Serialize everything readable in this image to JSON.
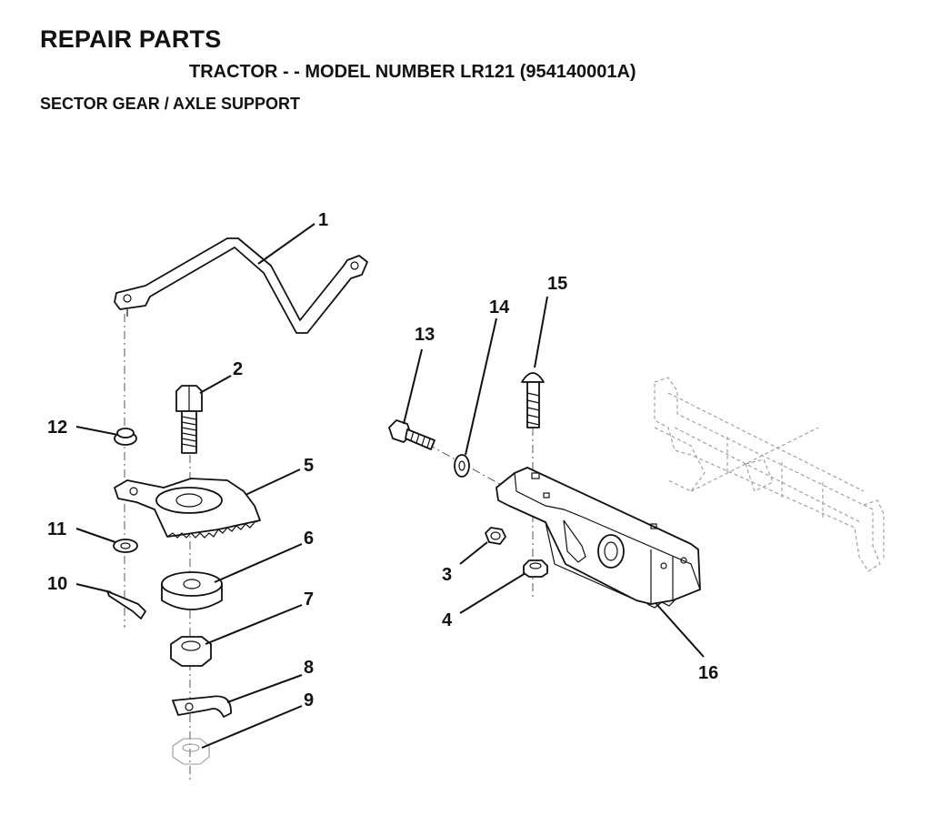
{
  "header": {
    "title": "REPAIR PARTS",
    "model_line": "TRACTOR - - MODEL NUMBER LR121 (954140001A)",
    "section": "SECTOR GEAR / AXLE SUPPORT"
  },
  "callouts": [
    "1",
    "2",
    "3",
    "4",
    "5",
    "6",
    "7",
    "8",
    "9",
    "10",
    "11",
    "12",
    "13",
    "14",
    "15",
    "16"
  ]
}
